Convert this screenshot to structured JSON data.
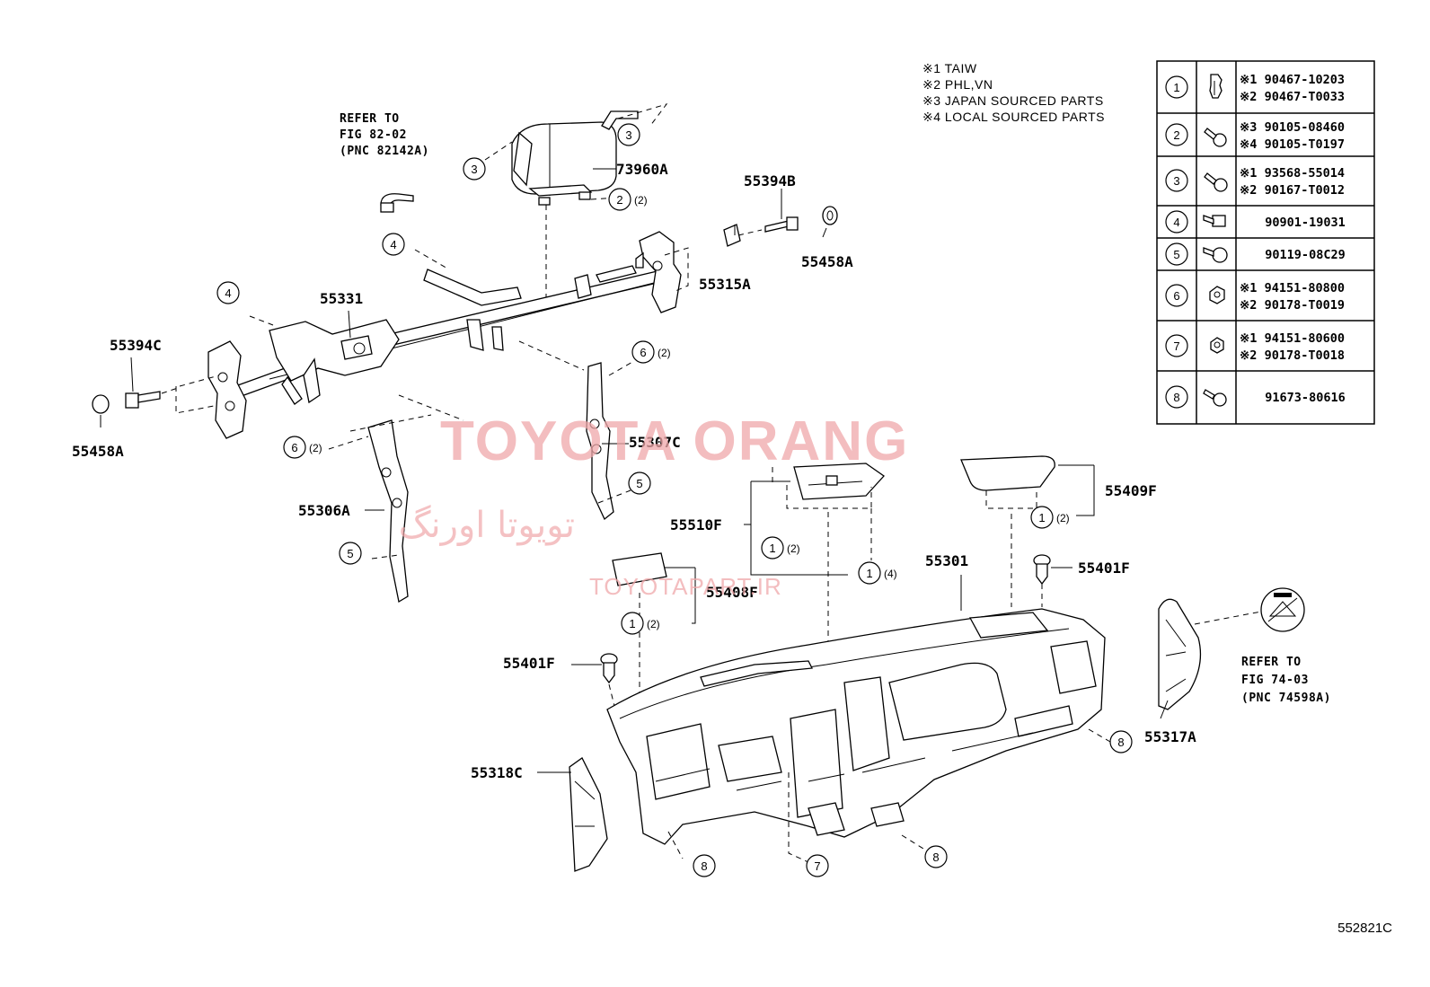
{
  "notes": [
    "※1 TAIW",
    "※2 PHL,VN",
    "※3 JAPAN SOURCED PARTS",
    "※4 LOCAL SOURCED PARTS"
  ],
  "refer_top": [
    "REFER TO",
    "FIG 82-02",
    "(PNC 82142A)"
  ],
  "refer_right": [
    "REFER TO",
    "FIG 74-03",
    "(PNC 74598A)"
  ],
  "part_numbers": {
    "p73960A": "73960A",
    "p55394B": "55394B",
    "p55315A": "55315A",
    "p55458A_r": "55458A",
    "p55331": "55331",
    "p55394C": "55394C",
    "p55458A_l": "55458A",
    "p55307C": "55307C",
    "p55306A": "55306A",
    "p55409F": "55409F",
    "p55510F": "55510F",
    "p55301": "55301",
    "p55401F_r": "55401F",
    "p55408F": "55408F",
    "p55401F_l": "55401F",
    "p55317A": "55317A",
    "p55318C": "55318C"
  },
  "callouts": {
    "c3a": "3",
    "c3b": "3",
    "c2": "2",
    "c4a": "4",
    "c4b": "4",
    "c6a": "6",
    "c6b": "6",
    "c5a": "5",
    "c5b": "5",
    "c1a": "1",
    "c1b": "1",
    "c1c": "1",
    "c1d": "1",
    "c8a": "8",
    "c8b": "8",
    "c8c": "8",
    "c7": "7"
  },
  "quantities": {
    "q2": "(2)",
    "q6a": "(2)",
    "q6b": "(2)",
    "q1a": "(2)",
    "q1b": "(2)",
    "q1c": "(4)",
    "q1d": "(2)"
  },
  "fastener_table": [
    {
      "key": "1",
      "codes": [
        "※1 90467-10203",
        "※2 90467-T0033"
      ]
    },
    {
      "key": "2",
      "codes": [
        "※3 90105-08460",
        "※4 90105-T0197"
      ]
    },
    {
      "key": "3",
      "codes": [
        "※1 93568-55014",
        "※2 90167-T0012"
      ]
    },
    {
      "key": "4",
      "codes": [
        "90901-19031"
      ]
    },
    {
      "key": "5",
      "codes": [
        "90119-08C29"
      ]
    },
    {
      "key": "6",
      "codes": [
        "※1 94151-80800",
        "※2 90178-T0019"
      ]
    },
    {
      "key": "7",
      "codes": [
        "※1 94151-80600",
        "※2 90178-T0018"
      ]
    },
    {
      "key": "8",
      "codes": [
        "91673-80616"
      ]
    }
  ],
  "watermark": {
    "main": "TOYOTA ORANG",
    "persian": "تویوتا اورنگ",
    "site": "TOYOTAPART.IR"
  },
  "figure_code": "552821C"
}
